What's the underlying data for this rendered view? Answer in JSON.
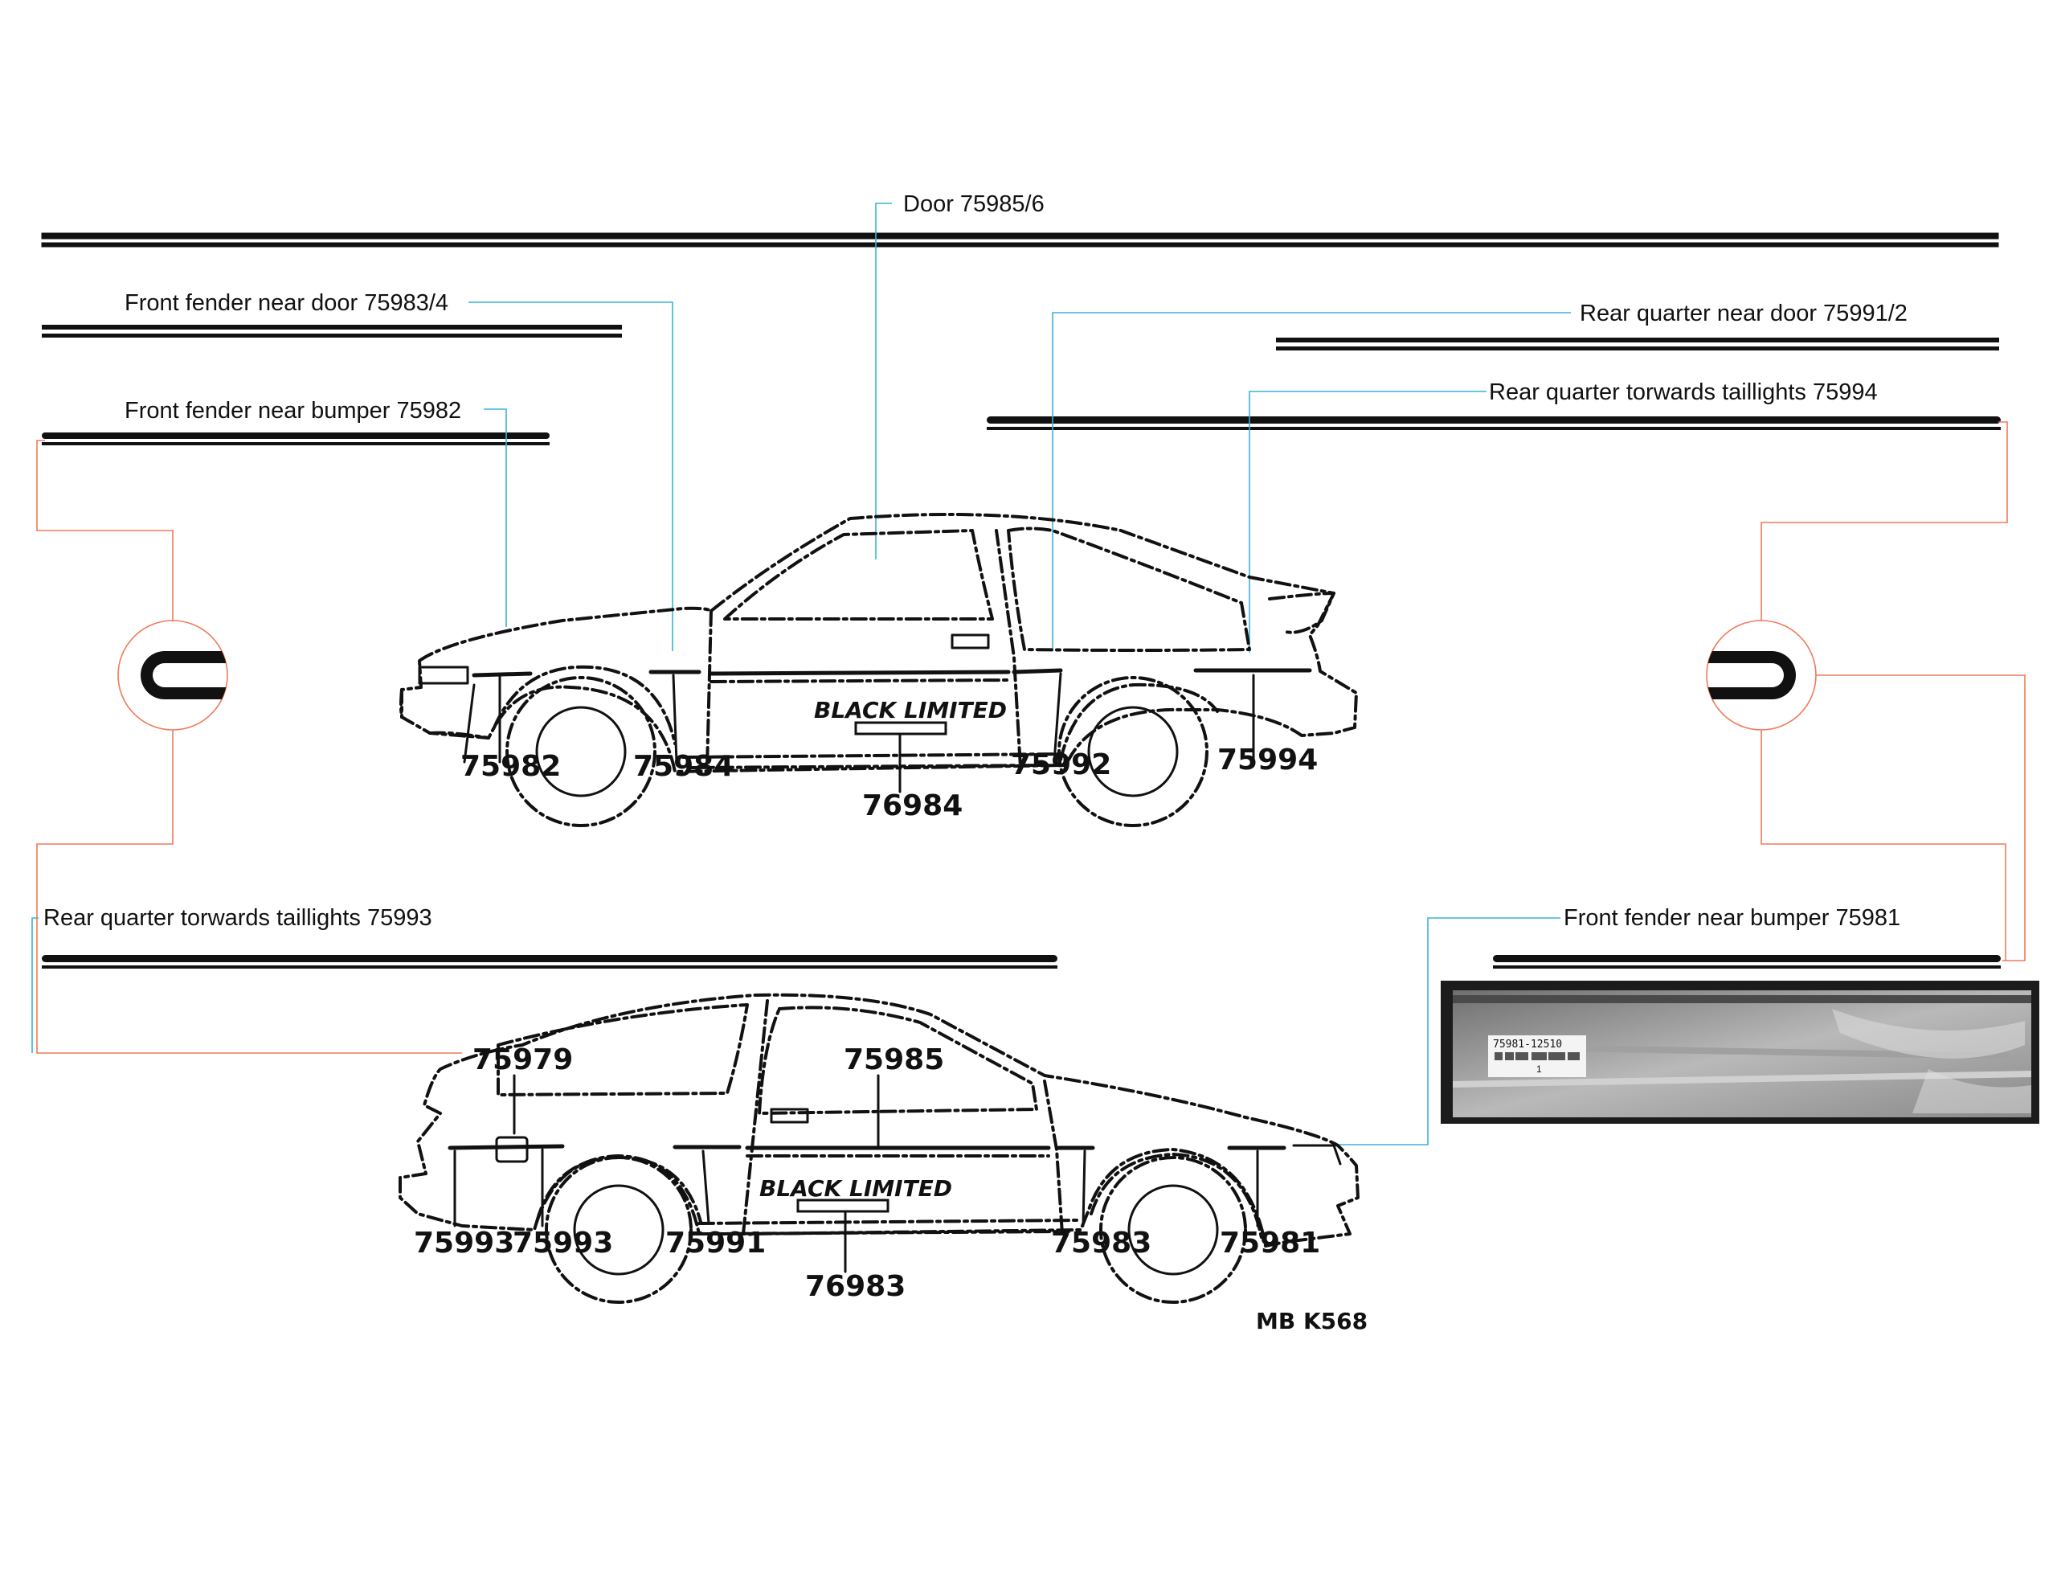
{
  "callouts": {
    "door": "Door   75985/6",
    "front_fender_door_right": "Front fender near door 75983/4",
    "front_fender_bumper_right": "Front fender near bumper 75982",
    "rear_quarter_door_right": "Rear quarter near door 75991/2",
    "rear_quarter_taillights_right": "Rear quarter torwards taillights 75994",
    "rear_quarter_taillights_left": "Rear quarter torwards taillights 75993",
    "front_fender_bumper_left": "Front fender near bumper 75981"
  },
  "top_car": {
    "badge": "BLACK LIMITED",
    "parts": [
      "75982",
      "75984",
      "75992",
      "75994",
      "76984"
    ]
  },
  "bottom_car": {
    "badge": "BLACK LIMITED",
    "parts": [
      "75979",
      "75985",
      "75993",
      "75993",
      "75991",
      "75983",
      "75981",
      "76983"
    ]
  },
  "diagram_code": "MB  K568",
  "package_label": {
    "part_number": "75981-12510",
    "quantity": "1"
  },
  "colors": {
    "callout_line": "#3ab3d8",
    "profile_line": "#ef7a5a",
    "ink": "#111111"
  }
}
